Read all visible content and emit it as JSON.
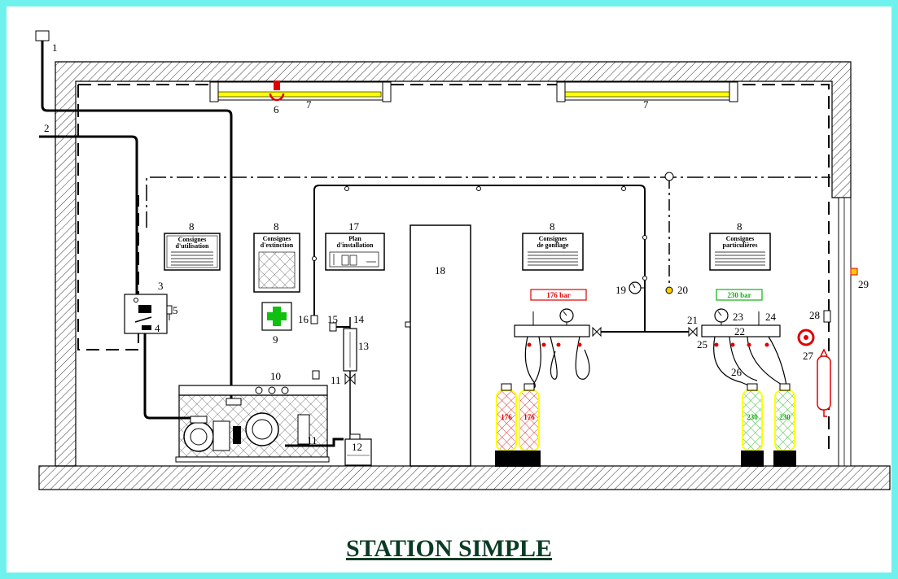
{
  "title": "STATION SIMPLE",
  "colors": {
    "background": "#6ff2ee",
    "fluorescent": "#ffff00",
    "red": "#e00000",
    "green": "#10b010",
    "title": "#0b3b24"
  },
  "callouts": {
    "n1": "1",
    "n2": "2",
    "n3": "3",
    "n4": "4",
    "n5": "5",
    "n6": "6",
    "n7a": "7",
    "n7b": "7",
    "n8a": "8",
    "n8b": "8",
    "n8c": "8",
    "n8d": "8",
    "n9": "9",
    "n10": "10",
    "n11a": "11",
    "n11b": "11",
    "n12": "12",
    "n13": "13",
    "n14": "14",
    "n15": "15",
    "n16": "16",
    "n17": "17",
    "n18": "18",
    "n19": "19",
    "n20": "20",
    "n21": "21",
    "n22": "22",
    "n23": "23",
    "n24": "24",
    "n25": "25",
    "n26": "26",
    "n27": "27",
    "n28": "28",
    "n29": "29"
  },
  "panels": {
    "p_utilisation": [
      "Consignes",
      "d'utilisation"
    ],
    "p_extinction": [
      "Consignes",
      "d'extinction"
    ],
    "p_installation": [
      "Plan",
      "d'installation"
    ],
    "p_gonflage": [
      "Consignes",
      "de gonflage"
    ],
    "p_particulieres": [
      "Consignes",
      "particulières"
    ]
  },
  "pressures": {
    "left": "176 bar",
    "right": "230 bar"
  },
  "cylinders": {
    "left": "176",
    "right": "230"
  },
  "icons": [
    "first-aid-icon",
    "fire-extinguisher-icon",
    "pressure-gauge-icon",
    "valve-icon",
    "lamp-icon",
    "extinguisher-sign-icon"
  ]
}
